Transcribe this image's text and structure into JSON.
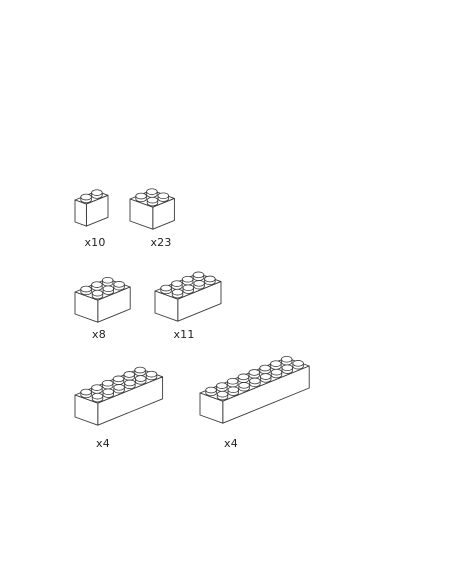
{
  "colors": {
    "line": "#3a3a3a",
    "fill": "#ffffff",
    "text": "#222222"
  },
  "bricks": [
    {
      "id": "brick-1x2",
      "studs": "1x2",
      "quantity": "x10"
    },
    {
      "id": "brick-2x2",
      "studs": "2x2",
      "quantity": "x23"
    },
    {
      "id": "brick-2x3",
      "studs": "2x3",
      "quantity": "x8"
    },
    {
      "id": "brick-2x4",
      "studs": "2x4",
      "quantity": "x11"
    },
    {
      "id": "brick-2x6",
      "studs": "2x6",
      "quantity": "x4"
    },
    {
      "id": "brick-2x8",
      "studs": "2x8",
      "quantity": "x4"
    }
  ]
}
